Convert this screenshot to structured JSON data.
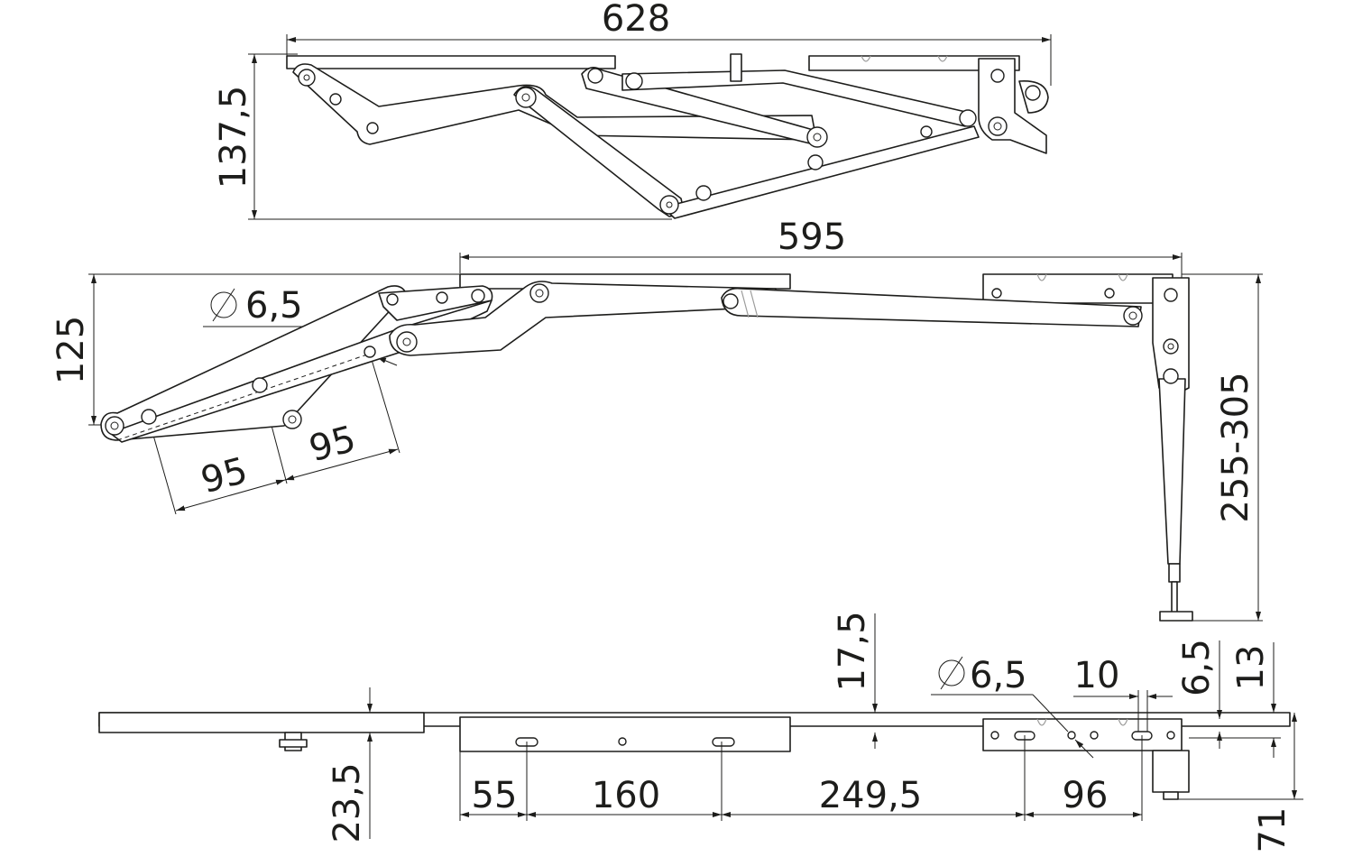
{
  "dimensions": {
    "top_width": "628",
    "top_height": "137,5",
    "mid_width": "595",
    "mid_height_left": "125",
    "mid_height_right": "255-305",
    "hole_diameter_mid": "6,5",
    "link_len_1": "95",
    "link_len_2": "95",
    "bottom_thickness": "17,5",
    "hole_diameter_bottom": "6,5",
    "slot_spacing": "10",
    "edge_offset_1": "6,5",
    "edge_offset_2": "13",
    "left_offset": "23,5",
    "pitch_1": "55",
    "pitch_2": "160",
    "pitch_3": "249,5",
    "pitch_4": "96",
    "foot_height": "71"
  }
}
